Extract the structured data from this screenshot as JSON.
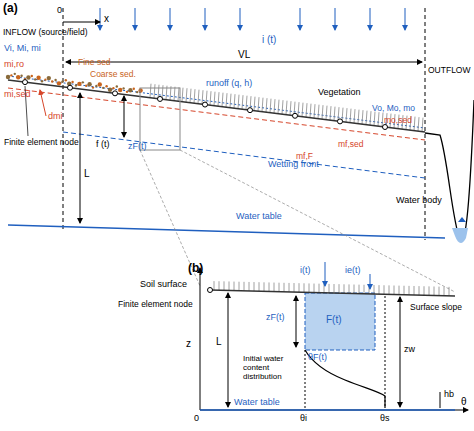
{
  "diagram": {
    "labels": [
      "(a)",
      "0",
      "x",
      "i (t)",
      "INFLOW (source/field)",
      "Vi, Mi, mi",
      "mi,ro",
      "mi,sed",
      "Fine sed",
      "Coarse sed.",
      "dmi",
      "Finite element node",
      "VL",
      "runoff (q, h)",
      "Vegetation",
      "OUTFLOW",
      "Vo, Mo, mo",
      "mo,sed",
      "mf,sed",
      "f (t)",
      "zF(t)",
      "L",
      "mf,F",
      "Wetting front",
      "Water table",
      "Water body",
      "(b)",
      "Soil surface",
      "i(t)",
      "ie(t)",
      "Finite element node",
      "zF(t)",
      "F(t)",
      "Surface slope",
      "z",
      "L",
      "zw",
      "θF(t)",
      "Initial water content distribution",
      "Water table",
      "hb",
      "0",
      "θi",
      "θs",
      "θ"
    ]
  }
}
